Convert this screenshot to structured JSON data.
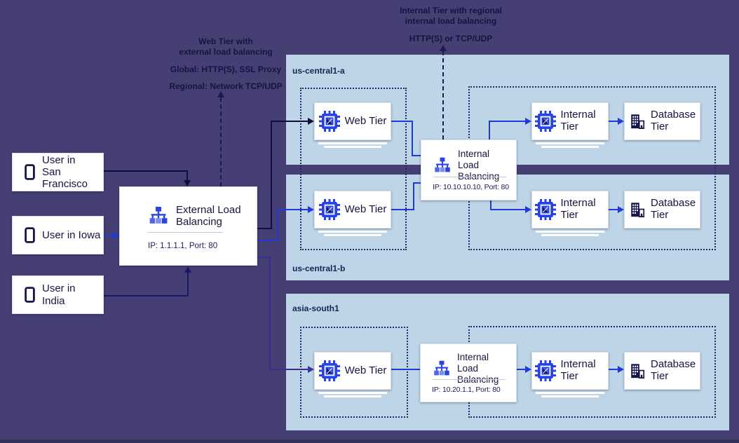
{
  "colors": {
    "background": "#453f73",
    "zone_fill": "#bdd5e7",
    "node_fill": "#ffffff",
    "primary_blue": "#2743e3",
    "text_navy": "#15153f",
    "link_blue": "#1f3ad8",
    "link_navy": "#0f0f3d",
    "link_dark_blue": "#191866",
    "link_indigo": "#3a2d8e",
    "dashed_line": "#1b1b4f",
    "bottom_bar": "#32325c"
  },
  "annotations": {
    "external": {
      "title_line1": "Web Tier with",
      "title_line2": "external load balancing",
      "global": "Global: HTTP(S), SSL Proxy",
      "regional": "Regional: Network TCP/UDP"
    },
    "internal": {
      "title_line1": "Internal Tier with regional",
      "title_line2": "internal load balancing",
      "protocols": "HTTP(S) or TCP/UDP"
    }
  },
  "users": [
    {
      "lines": [
        "User in",
        "San Francisco"
      ]
    },
    {
      "lines": [
        "User in Iowa"
      ]
    },
    {
      "lines": [
        "User in",
        "India"
      ]
    }
  ],
  "external_lb": {
    "title": "External Load Balancing",
    "ip": "IP: 1.1.1.1, Port: 80"
  },
  "internal_lbs": [
    {
      "title": "Internal Load Balancing",
      "ip": "IP: 10.10.10.10, Port: 80"
    },
    {
      "title": "Internal Load Balancing",
      "ip": "IP: 10.20.1.1, Port: 80"
    }
  ],
  "zones": [
    {
      "name": "us-central1-a"
    },
    {
      "name": "us-central1-b"
    },
    {
      "name": "asia-south1"
    }
  ],
  "tier_labels": {
    "web": "Web Tier",
    "internal": "Internal Tier",
    "database": "Database Tier"
  },
  "icons": {
    "mobile-device-icon": "rounded rectangle phone outline",
    "load-balancer-icon": "node tree of squares",
    "cpu-icon": "chip with pins",
    "building-icon": "office building with windows"
  }
}
